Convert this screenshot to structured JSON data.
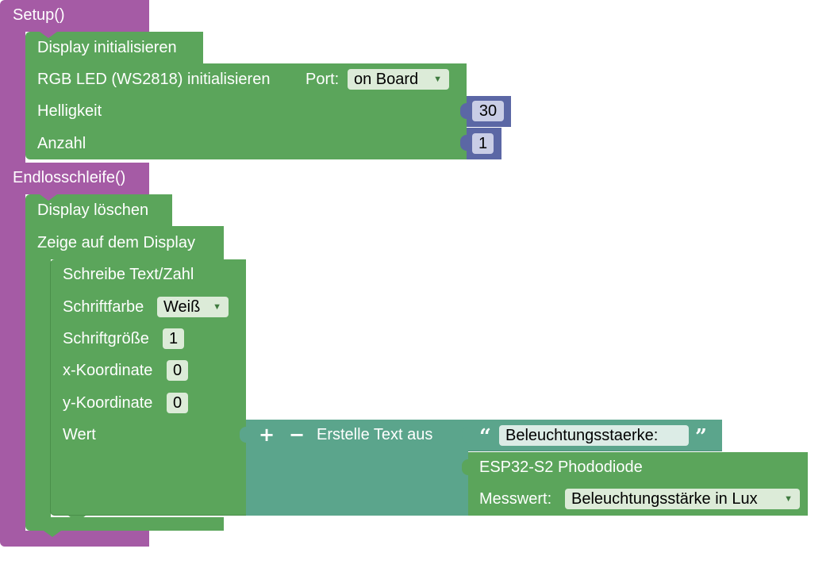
{
  "setup": {
    "header": "Setup()",
    "display_init": "Display initialisieren",
    "rgb_led": {
      "label": "RGB LED (WS2818) initialisieren",
      "port_label": "Port:",
      "port_value": "on Board",
      "brightness_label": "Helligkeit",
      "brightness_value": "30",
      "count_label": "Anzahl",
      "count_value": "1"
    }
  },
  "loop": {
    "header": "Endlosschleife()",
    "display_clear": "Display löschen",
    "show_on_display": "Zeige auf dem Display",
    "write_block": {
      "title": "Schreibe Text/Zahl",
      "font_color_label": "Schriftfarbe",
      "font_color_value": "Weiß",
      "font_size_label": "Schriftgröße",
      "font_size_value": "1",
      "x_label": "x-Koordinate",
      "x_value": "0",
      "y_label": "y-Koordinate",
      "y_value": "0",
      "value_label": "Wert"
    },
    "text_join": {
      "plus": "+",
      "minus": "−",
      "label": "Erstelle Text aus",
      "text_value": "Beleuchtungsstaerke: ",
      "open_quote": "“",
      "close_quote": "”"
    },
    "sensor": {
      "title": "ESP32-S2 Phododiode",
      "measure_label": "Messwert:",
      "measure_value": "Beleuchtungsstärke in Lux"
    }
  },
  "colors": {
    "function_block": "#a55ba5",
    "action_block": "#5ba55b",
    "text_block": "#5ba58c",
    "number_block": "#5b67a5"
  },
  "icons": {
    "dropdown": "triangle-down"
  }
}
